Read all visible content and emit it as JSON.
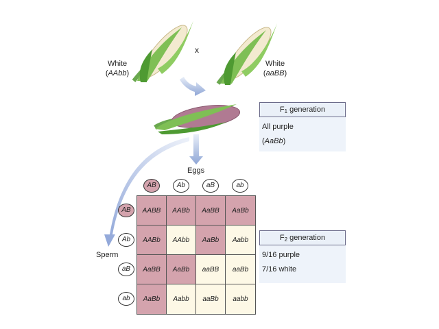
{
  "parents": [
    {
      "phenotype": "White",
      "genotype": "AAbb"
    },
    {
      "phenotype": "White",
      "genotype": "aaBB"
    }
  ],
  "cross_symbol": "x",
  "f1": {
    "head_prefix": "F",
    "head_sub": "1",
    "head_suffix": "generation",
    "line1": "All purple",
    "line2": "AaBb"
  },
  "f2": {
    "head_prefix": "F",
    "head_sub": "2",
    "head_suffix": "generation",
    "line1": "9/16 purple",
    "line2": "7/16 white"
  },
  "eggs_label": "Eggs",
  "sperm_label": "Sperm",
  "egg_gametes": [
    "AB",
    "Ab",
    "aB",
    "ab"
  ],
  "sperm_gametes": [
    "AB",
    "Ab",
    "aB",
    "ab"
  ],
  "punnett": [
    [
      "AABB",
      "AABb",
      "AaBB",
      "AaBb"
    ],
    [
      "AABb",
      "AAbb",
      "AaBb",
      "Aabb"
    ],
    [
      "AaBB",
      "AaBb",
      "aaBB",
      "aaBb"
    ],
    [
      "AaBb",
      "Aabb",
      "aaBb",
      "aabb"
    ]
  ],
  "punnett_purple": [
    [
      true,
      true,
      true,
      true
    ],
    [
      true,
      false,
      true,
      false
    ],
    [
      true,
      true,
      false,
      false
    ],
    [
      true,
      false,
      false,
      false
    ]
  ],
  "colors": {
    "purple_cell": "#d4a3ad",
    "white_cell": "#fdf8e6",
    "panel_bg": "#eef3fa",
    "arrow": "#b8c8e6"
  }
}
